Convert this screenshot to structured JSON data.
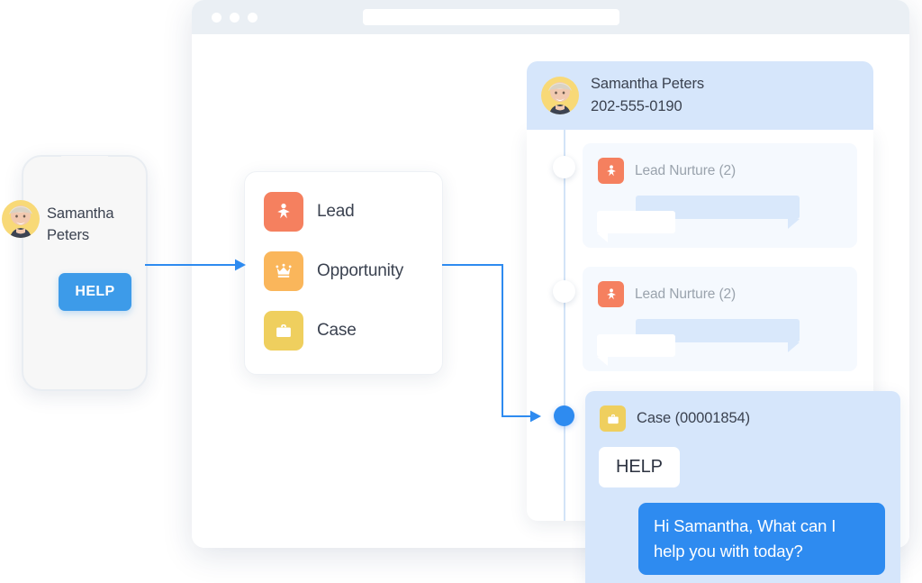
{
  "browser": {
    "traffic_lights": [
      "close-dot",
      "minimize-dot",
      "maximize-dot"
    ],
    "url_value": "",
    "url_placeholder": ""
  },
  "phone": {
    "contact_name": "Samantha\nPeters",
    "contact_name_line1": "Samantha",
    "contact_name_line2": "Peters",
    "help_button_label": "HELP",
    "avatar_name": "samantha-peters-avatar"
  },
  "selector": {
    "items": [
      {
        "label": "Lead",
        "icon": "lead-person-icon",
        "color": "#f5805f"
      },
      {
        "label": "Opportunity",
        "icon": "crown-icon",
        "color": "#fab65b"
      },
      {
        "label": "Case",
        "icon": "briefcase-icon",
        "color": "#efcf5e"
      }
    ]
  },
  "detail_panel": {
    "header": {
      "contact_name": "Samantha Peters",
      "contact_phone": "202-555-0190",
      "background_color": "#d6e6fb"
    },
    "timeline": [
      {
        "state": "hollow"
      },
      {
        "state": "hollow"
      },
      {
        "state": "filled",
        "color": "#2e8bf0"
      }
    ],
    "events": [
      {
        "title": "Lead Nurture (2)",
        "icon": "lead-person-icon",
        "icon_color": "#f5805f",
        "type": "nurture",
        "placeholder_messages": [
          "incoming-placeholder",
          "outgoing-placeholder"
        ]
      },
      {
        "title": "Lead Nurture (2)",
        "icon": "lead-person-icon",
        "icon_color": "#f5805f",
        "type": "nurture",
        "placeholder_messages": [
          "incoming-placeholder",
          "outgoing-placeholder"
        ]
      },
      {
        "title": "Case (00001854)",
        "icon": "briefcase-icon",
        "icon_color": "#efcf5e",
        "type": "case",
        "messages": [
          {
            "direction": "incoming",
            "text": "HELP"
          },
          {
            "direction": "outgoing",
            "text": "Hi Samantha, What can I help you with today?"
          }
        ]
      }
    ]
  },
  "connectors": {
    "accent_color": "#2e8bf0",
    "arrow_phone_to_selector": "arrow-right-icon",
    "arrow_selector_to_timeline": "arrow-right-icon"
  }
}
